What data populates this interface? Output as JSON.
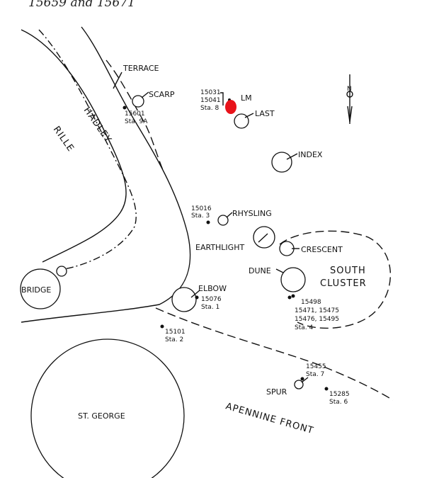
{
  "caption": "15659 and 15671",
  "features": {
    "terrace": "TERRACE",
    "scarp": "SCARP",
    "hadley": "HADLEY",
    "rille": "RILLE",
    "lm": "LM",
    "last": "LAST",
    "index": "INDEX",
    "rhysling": "RHYSLING",
    "earthlight": "EARTHLIGHT",
    "crescent": "CRESCENT",
    "dune": "DUNE",
    "south": "SOUTH",
    "cluster": "CLUSTER",
    "bridge": "BRIDGE",
    "elbow": "ELBOW",
    "st_george": "ST. GEORGE",
    "spur": "SPUR",
    "apennine_front": "APENNINE FRONT"
  },
  "samples": {
    "s1_line1": "15031",
    "s1_line2": "15041",
    "s1_line3": "Sta. 8",
    "s2_line1": "15601",
    "s2_line2": "Sta. 9A",
    "s3_line1": "15016",
    "s3_line2": "Sta. 3",
    "s4_line1": "15076",
    "s4_line2": "Sta. 1",
    "s5_line1": "15101",
    "s5_line2": "Sta. 2",
    "s6_line1": "15498",
    "s6_line2": "15471, 15475",
    "s6_line3": "15476, 15495",
    "s6_line4": "Sta. 4",
    "s7_line1": "15455",
    "s7_line2": "Sta. 7",
    "s8_line1": "15285",
    "s8_line2": "Sta. 6"
  },
  "north_arrow": "N",
  "colors": {
    "marker": "#e8121a"
  }
}
